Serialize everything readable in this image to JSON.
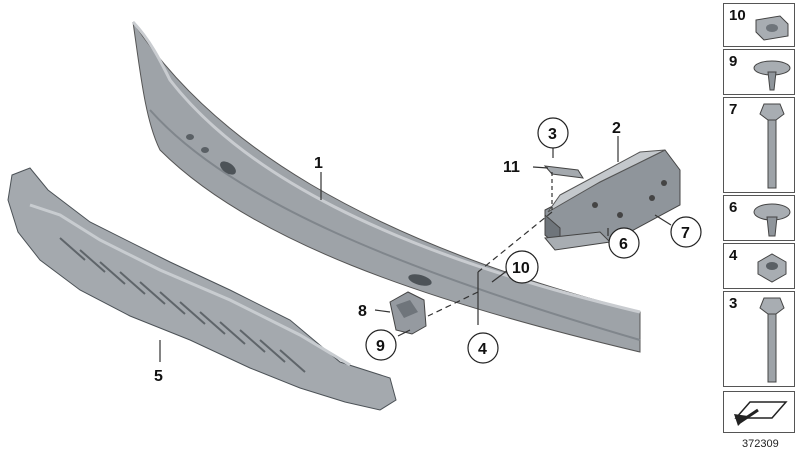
{
  "diagram_id": "372309",
  "callouts": {
    "c1": "1",
    "c2": "2",
    "c3": "3",
    "c4": "4",
    "c5": "5",
    "c6": "6",
    "c7": "7",
    "c8": "8",
    "c9": "9",
    "c10": "10",
    "c11": "11"
  },
  "side_panel": {
    "items": [
      {
        "number": "10",
        "part": "clip-nut"
      },
      {
        "number": "9",
        "part": "expanding-rivet"
      },
      {
        "number": "7",
        "part": "long-screw"
      },
      {
        "number": "6",
        "part": "expanding-rivet"
      },
      {
        "number": "4",
        "part": "hex-nut"
      },
      {
        "number": "3",
        "part": "hex-bolt"
      }
    ]
  },
  "colors": {
    "part_fill": "#9ea3a8",
    "part_dark": "#6f757b",
    "part_light": "#c4c8cc",
    "line": "#333333"
  }
}
